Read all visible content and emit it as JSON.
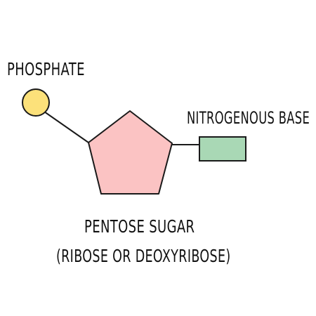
{
  "labels": {
    "phosphate": "PHOSPHATE",
    "nitrogenous_base": "NITROGENOUS BASE",
    "pentose_sugar": "PENTOSE SUGAR",
    "pentose_sugar_detail": "(RIBOSE OR DEOXYRIBOSE)"
  },
  "colors": {
    "phosphate_fill": "#FCE17A",
    "sugar_fill": "#FBC3C3",
    "base_fill": "#A9D8B5",
    "outline": "#1A1A1A",
    "background": "#FFFFFF"
  }
}
